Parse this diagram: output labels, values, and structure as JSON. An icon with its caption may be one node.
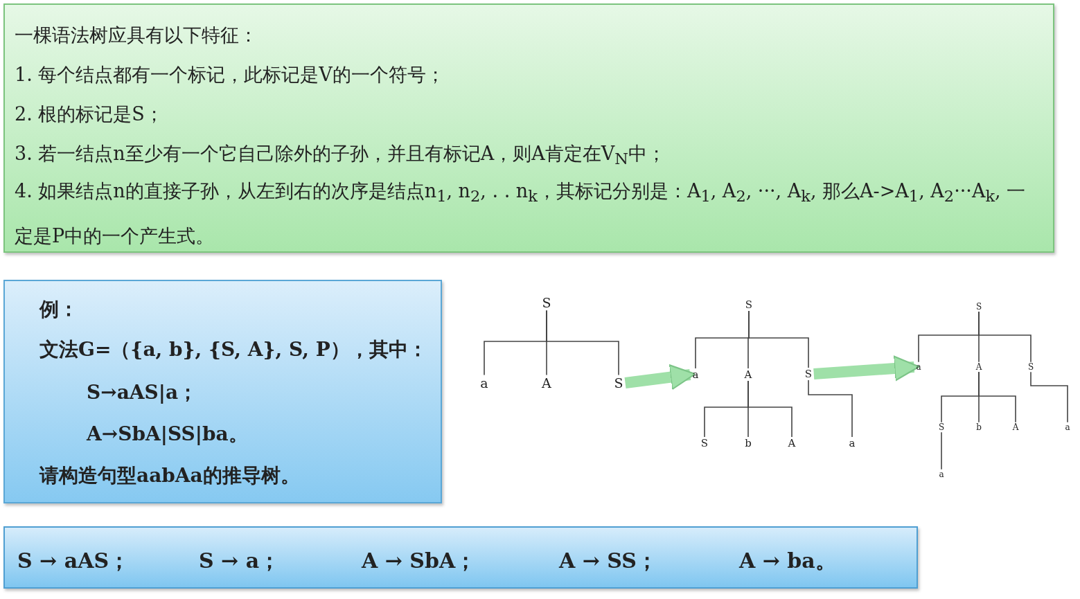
{
  "diagram": {
    "nodes": [
      {
        "text": [
          "一棵语法树应具有以下特征：",
          "1. 每个结点都有一个标记，此标记是V的一个符号；",
          "2. 根的标记是S；",
          "3. 若一结点n至少有一个它自己除外的子孙，并且有标记A，则A肯定在V$_{N}$中；",
          "4. 如果结点n的直接子孙，从左到右的次序是结点n$_{1}$, n$_{2}$, . . n$_{k}$，其标记分别是：A$_{1}$, A$_{2}$, ···, A$_{k}$, 那么A->A$_{1}$, A$_{2}$···A$_{k}$, 一定是P中的一个产生式。"
        ]
      },
      {
        "text": [
          "例：",
          "文法G=（{a, b}, {S, A}, S, P），其中：",
          "S→aAS|a；",
          "A→SbA|SS|ba。",
          "请构造句型aabAa的推导树。"
        ]
      },
      {
        "text": [
          "S → aAS；",
          "S → a；",
          "A → SbA；",
          "A → SS；",
          "A → ba。"
        ]
      },
      {
        "text": [
          "S"
        ]
      },
      {
        "text": [
          "a"
        ]
      },
      {
        "text": [
          "A"
        ]
      },
      {
        "text": [
          "S"
        ]
      },
      {
        "text": [
          "S"
        ]
      },
      {
        "text": [
          "a"
        ]
      },
      {
        "text": [
          "A"
        ]
      },
      {
        "text": [
          "S"
        ]
      },
      {
        "text": [
          "S"
        ]
      },
      {
        "text": [
          "b"
        ]
      },
      {
        "text": [
          "A"
        ]
      },
      {
        "text": [
          "a"
        ]
      },
      {
        "text": [
          "S"
        ]
      },
      {
        "text": [
          "a"
        ]
      },
      {
        "text": [
          "A"
        ]
      },
      {
        "text": [
          "S"
        ]
      },
      {
        "text": [
          "S"
        ]
      },
      {
        "text": [
          "b"
        ]
      },
      {
        "text": [
          "A"
        ]
      },
      {
        "text": [
          "a"
        ]
      },
      {
        "text": [
          "a"
        ]
      }
    ],
    "edges": [
      {
        "from": 3,
        "to": 4,
        "arrow": "none"
      },
      {
        "from": 3,
        "to": 5,
        "arrow": "none"
      },
      {
        "from": 3,
        "to": 6,
        "arrow": "none"
      },
      {
        "from": 6,
        "to": 8,
        "arrow": "to",
        "style": "thick",
        "color": "#9fe0a8"
      },
      {
        "from": 7,
        "to": 8,
        "arrow": "none"
      },
      {
        "from": 7,
        "to": 9,
        "arrow": "none"
      },
      {
        "from": 7,
        "to": 10,
        "arrow": "none"
      },
      {
        "from": 9,
        "to": 11,
        "arrow": "none"
      },
      {
        "from": 9,
        "to": 12,
        "arrow": "none"
      },
      {
        "from": 9,
        "to": 13,
        "arrow": "none"
      },
      {
        "from": 10,
        "to": 14,
        "arrow": "none"
      },
      {
        "from": 10,
        "to": 16,
        "arrow": "to",
        "style": "thick",
        "color": "#9fe0a8"
      },
      {
        "from": 15,
        "to": 16,
        "arrow": "none"
      },
      {
        "from": 15,
        "to": 17,
        "arrow": "none"
      },
      {
        "from": 15,
        "to": 18,
        "arrow": "none"
      },
      {
        "from": 17,
        "to": 19,
        "arrow": "none"
      },
      {
        "from": 17,
        "to": 20,
        "arrow": "none"
      },
      {
        "from": 17,
        "to": 21,
        "arrow": "none"
      },
      {
        "from": 18,
        "to": 22,
        "arrow": "none"
      },
      {
        "from": 19,
        "to": 23,
        "arrow": "none"
      }
    ]
  }
}
